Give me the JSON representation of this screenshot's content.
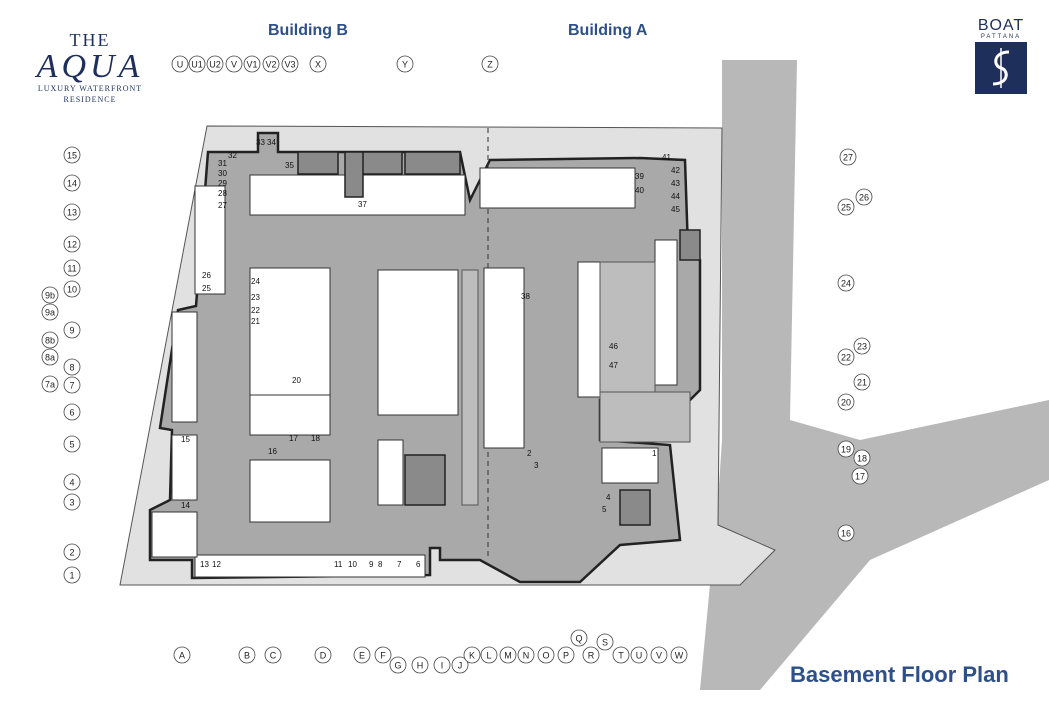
{
  "header": {
    "building_b": "Building B",
    "building_a": "Building A"
  },
  "logo_left": {
    "the": "THE",
    "aqua": "AQUA",
    "line1": "LUXURY WATERFRONT",
    "line2": "RESIDENCE"
  },
  "logo_right": {
    "brand": "BOAT",
    "sub": "PATTANA"
  },
  "title": "Basement Floor Plan",
  "grid_top": [
    "U",
    "U1",
    "U2",
    "V",
    "V1",
    "V2",
    "V3",
    "X",
    "Y",
    "Z"
  ],
  "grid_bottom": [
    "A",
    "B",
    "C",
    "D",
    "E",
    "F",
    "G",
    "H",
    "I",
    "J",
    "K",
    "L",
    "M",
    "N",
    "O",
    "P",
    "Q",
    "R",
    "S",
    "T",
    "U",
    "V",
    "W"
  ],
  "grid_left": [
    "15",
    "14",
    "13",
    "12",
    "11",
    "10",
    "9b",
    "9a",
    "9",
    "8b",
    "8a",
    "8",
    "7a",
    "7",
    "6",
    "5",
    "4",
    "3",
    "2",
    "1"
  ],
  "grid_right": [
    "27",
    "26",
    "25",
    "24",
    "23",
    "22",
    "21",
    "20",
    "19",
    "18",
    "17",
    "16"
  ],
  "parking_numbers": [
    "1",
    "2",
    "3",
    "4",
    "5",
    "6",
    "7",
    "8",
    "9",
    "10",
    "11",
    "12",
    "13",
    "14",
    "15",
    "16",
    "17",
    "18",
    "20",
    "21",
    "22",
    "23",
    "24",
    "25",
    "26",
    "27",
    "28",
    "29",
    "30",
    "31",
    "32",
    "33",
    "34",
    "35",
    "37",
    "38",
    "39",
    "40",
    "41",
    "42",
    "43",
    "44",
    "45",
    "46",
    "47"
  ]
}
